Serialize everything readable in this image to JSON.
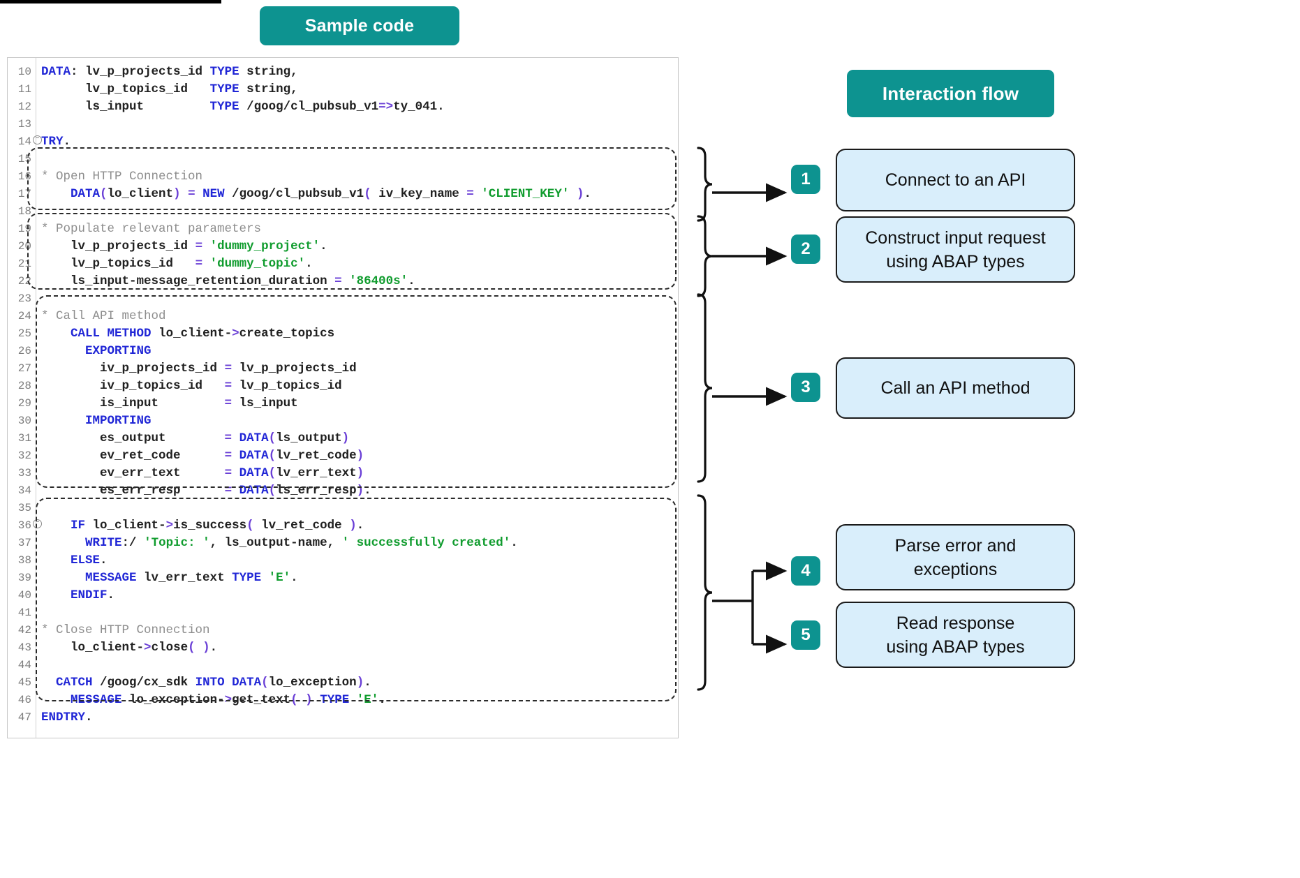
{
  "headers": {
    "sample_code": "Sample code",
    "interaction_flow": "Interaction flow"
  },
  "code": {
    "language": "ABAP",
    "lines": [
      {
        "num": "10",
        "fold": false,
        "text": "DATA: lv_p_projects_id TYPE string,"
      },
      {
        "num": "11",
        "fold": false,
        "text": "      lv_p_topics_id   TYPE string,"
      },
      {
        "num": "12",
        "fold": false,
        "text": "      ls_input         TYPE /goog/cl_pubsub_v1=>ty_041."
      },
      {
        "num": "13",
        "fold": false,
        "text": ""
      },
      {
        "num": "14",
        "fold": true,
        "text": "TRY."
      },
      {
        "num": "15",
        "fold": false,
        "text": ""
      },
      {
        "num": "16",
        "fold": false,
        "text": "* Open HTTP Connection"
      },
      {
        "num": "17",
        "fold": false,
        "text": "    DATA(lo_client) = NEW /goog/cl_pubsub_v1( iv_key_name = 'CLIENT_KEY' )."
      },
      {
        "num": "18",
        "fold": false,
        "text": ""
      },
      {
        "num": "19",
        "fold": false,
        "text": "* Populate relevant parameters"
      },
      {
        "num": "20",
        "fold": false,
        "text": "    lv_p_projects_id = 'dummy_project'."
      },
      {
        "num": "21",
        "fold": false,
        "text": "    lv_p_topics_id   = 'dummy_topic'."
      },
      {
        "num": "22",
        "fold": false,
        "text": "    ls_input-message_retention_duration = '86400s'."
      },
      {
        "num": "23",
        "fold": false,
        "text": ""
      },
      {
        "num": "24",
        "fold": false,
        "text": "* Call API method"
      },
      {
        "num": "25",
        "fold": false,
        "text": "    CALL METHOD lo_client->create_topics"
      },
      {
        "num": "26",
        "fold": false,
        "text": "      EXPORTING"
      },
      {
        "num": "27",
        "fold": false,
        "text": "        iv_p_projects_id = lv_p_projects_id"
      },
      {
        "num": "28",
        "fold": false,
        "text": "        iv_p_topics_id   = lv_p_topics_id"
      },
      {
        "num": "29",
        "fold": false,
        "text": "        is_input         = ls_input"
      },
      {
        "num": "30",
        "fold": false,
        "text": "      IMPORTING"
      },
      {
        "num": "31",
        "fold": false,
        "text": "        es_output        = DATA(ls_output)"
      },
      {
        "num": "32",
        "fold": false,
        "text": "        ev_ret_code      = DATA(lv_ret_code)"
      },
      {
        "num": "33",
        "fold": false,
        "text": "        ev_err_text      = DATA(lv_err_text)"
      },
      {
        "num": "34",
        "fold": false,
        "text": "        es_err_resp      = DATA(ls_err_resp)."
      },
      {
        "num": "35",
        "fold": false,
        "text": ""
      },
      {
        "num": "36",
        "fold": true,
        "text": "    IF lo_client->is_success( lv_ret_code )."
      },
      {
        "num": "37",
        "fold": false,
        "text": "      WRITE:/ 'Topic: ', ls_output-name, ' successfully created'."
      },
      {
        "num": "38",
        "fold": false,
        "text": "    ELSE."
      },
      {
        "num": "39",
        "fold": false,
        "text": "      MESSAGE lv_err_text TYPE 'E'."
      },
      {
        "num": "40",
        "fold": false,
        "text": "    ENDIF."
      },
      {
        "num": "41",
        "fold": false,
        "text": ""
      },
      {
        "num": "42",
        "fold": false,
        "text": "* Close HTTP Connection"
      },
      {
        "num": "43",
        "fold": false,
        "text": "    lo_client->close( )."
      },
      {
        "num": "44",
        "fold": false,
        "text": ""
      },
      {
        "num": "45",
        "fold": false,
        "text": "  CATCH /goog/cx_sdk INTO DATA(lo_exception)."
      },
      {
        "num": "46",
        "fold": false,
        "text": "    MESSAGE lo_exception->get_text( ) TYPE 'E'."
      },
      {
        "num": "47",
        "fold": false,
        "text": "ENDTRY."
      }
    ]
  },
  "steps": [
    {
      "number": "1",
      "label": "Connect to an API"
    },
    {
      "number": "2",
      "label": "Construct input request\nusing ABAP types"
    },
    {
      "number": "3",
      "label": "Call an API method"
    },
    {
      "number": "4",
      "label": "Parse error and\nexceptions"
    },
    {
      "number": "5",
      "label": "Read response\nusing ABAP types"
    }
  ],
  "colors": {
    "accent_teal": "#0d9390",
    "flow_box_fill": "#d9eefb",
    "keyword_blue": "#2026d6",
    "string_green": "#109c2e",
    "comment_gray": "#8d8d8d"
  }
}
